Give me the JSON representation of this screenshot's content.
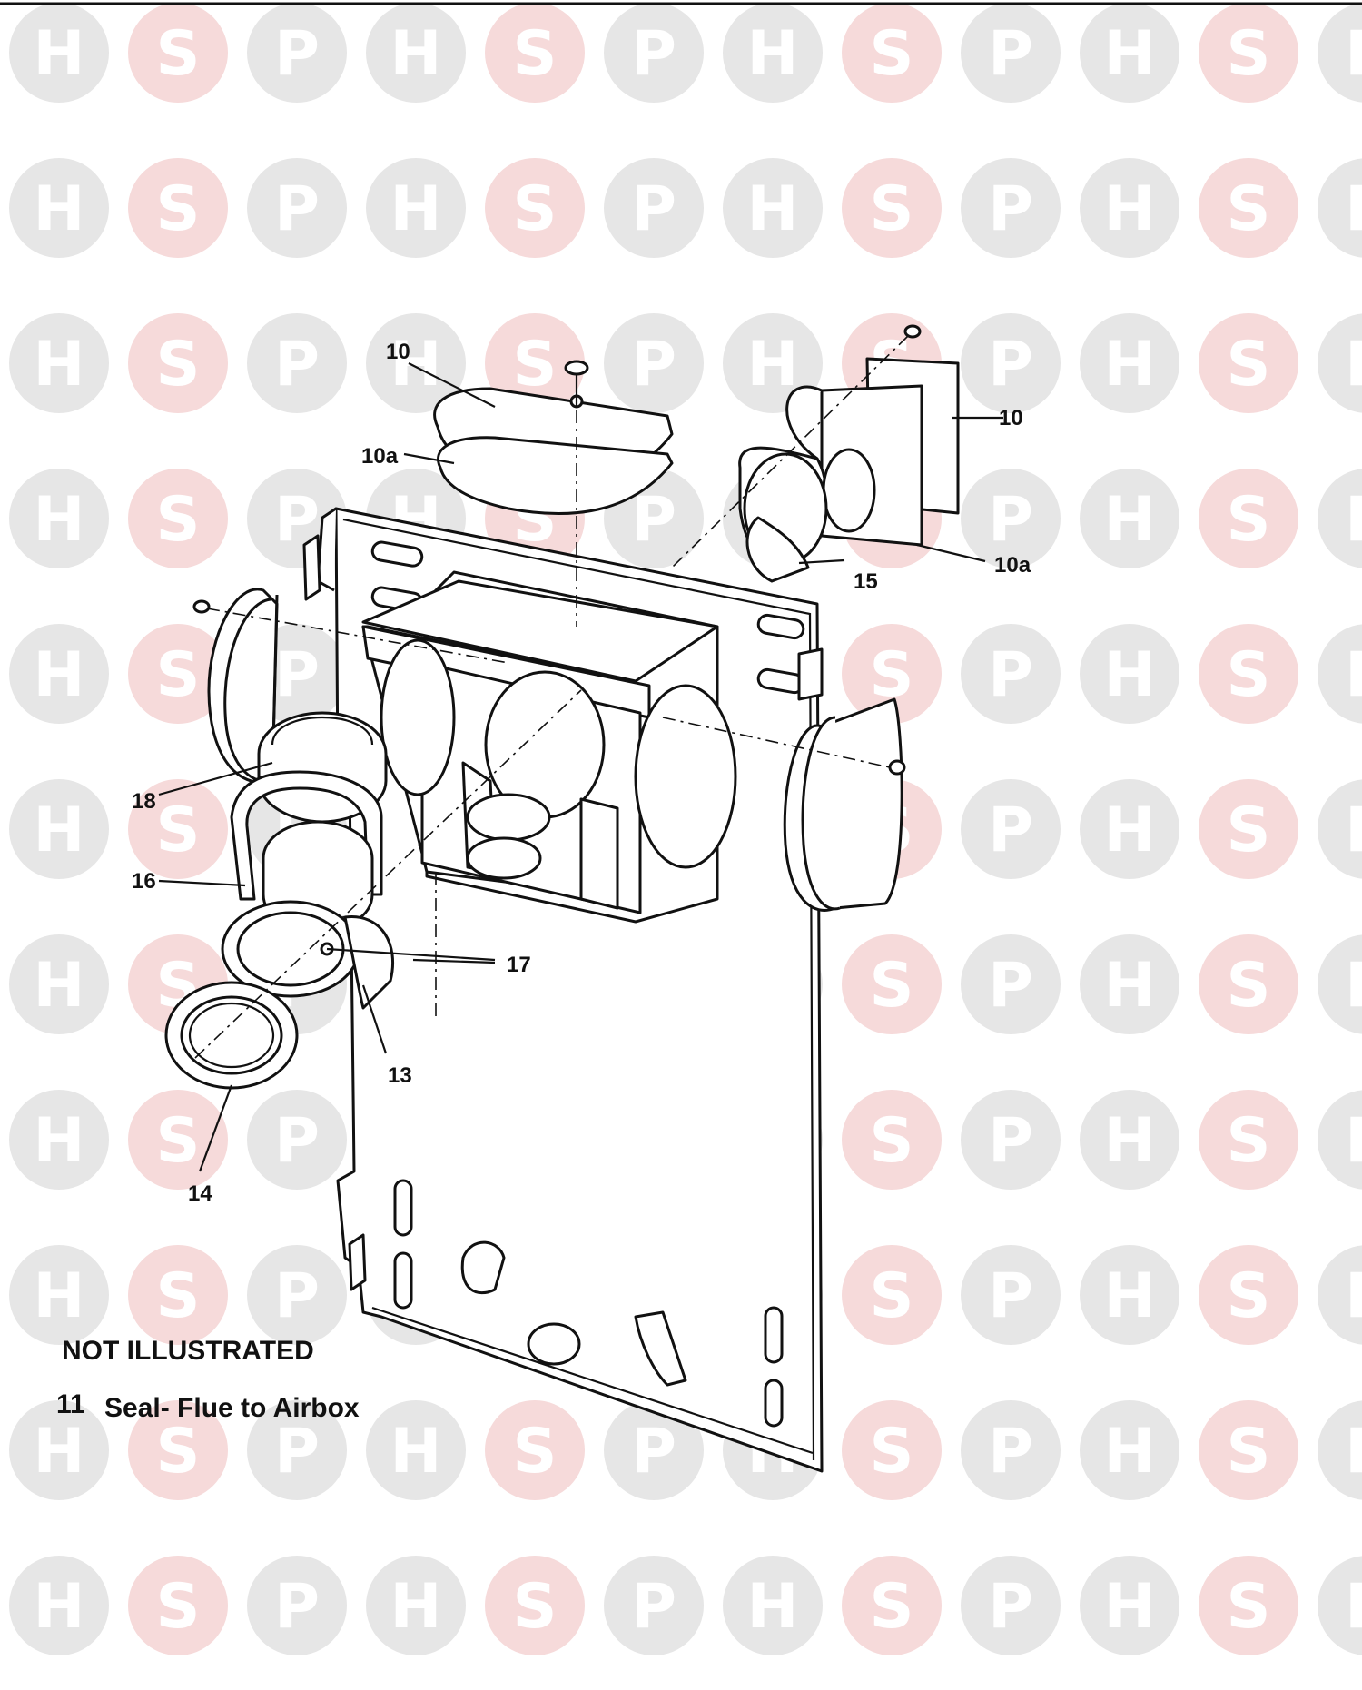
{
  "watermark": {
    "letters": [
      "H",
      "S",
      "P"
    ],
    "colors": {
      "H": "#e6e6e6",
      "S": "#f6dada",
      "P": "#e6e6e6",
      "text_H": "#ffffff",
      "text_S": "#ffffff",
      "text_P": "#ffffff"
    }
  },
  "callouts": {
    "c10_top": "10",
    "c10a_top": "10a",
    "c10_right": "10",
    "c10a_right": "10a",
    "c15": "15",
    "c18": "18",
    "c16": "16",
    "c17": "17",
    "c13": "13",
    "c14": "14"
  },
  "notes": {
    "heading": "NOT ILLUSTRATED",
    "item_number": "11",
    "item_text": "Seal- Flue to Airbox"
  }
}
